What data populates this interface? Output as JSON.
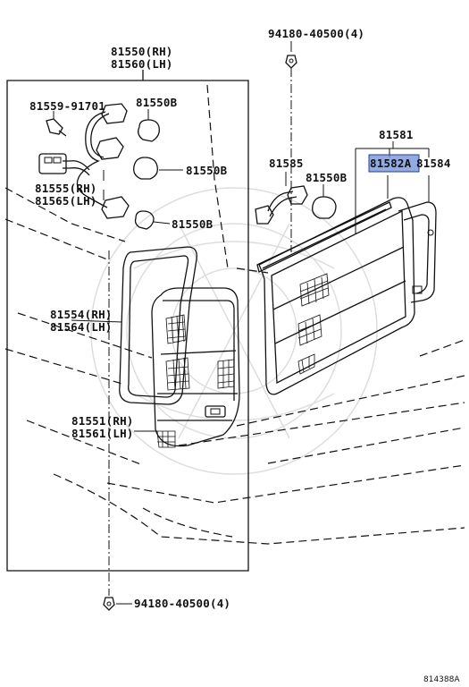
{
  "diagram": {
    "labels": {
      "tail_lamp_rh_lh": [
        "81550(RH)",
        "81560(LH)"
      ],
      "screw_1": "81559-91701",
      "bulb_1": "81550B",
      "bulb_2": "81550B",
      "bulb_3": "81550B",
      "bulb_4": "81550B",
      "socket": [
        "81555(RH)",
        "81565(LH)"
      ],
      "gasket": [
        "81554(RH)",
        "81564(LH)"
      ],
      "lens": [
        "81551(RH)",
        "81561(LH)"
      ],
      "clip_top": "94180-40500(4)",
      "clip_bottom": "94180-40500(4)",
      "back_lamp_assy": "81581",
      "back_lamp_lens": "81582A",
      "back_lamp_gasket": "81584",
      "back_lamp_socket": "81585",
      "figure_code": "814388A"
    },
    "highlighted_part": "81582A",
    "colors": {
      "highlight": "#6f8fd8",
      "line": "#111111",
      "background": "#ffffff"
    }
  }
}
